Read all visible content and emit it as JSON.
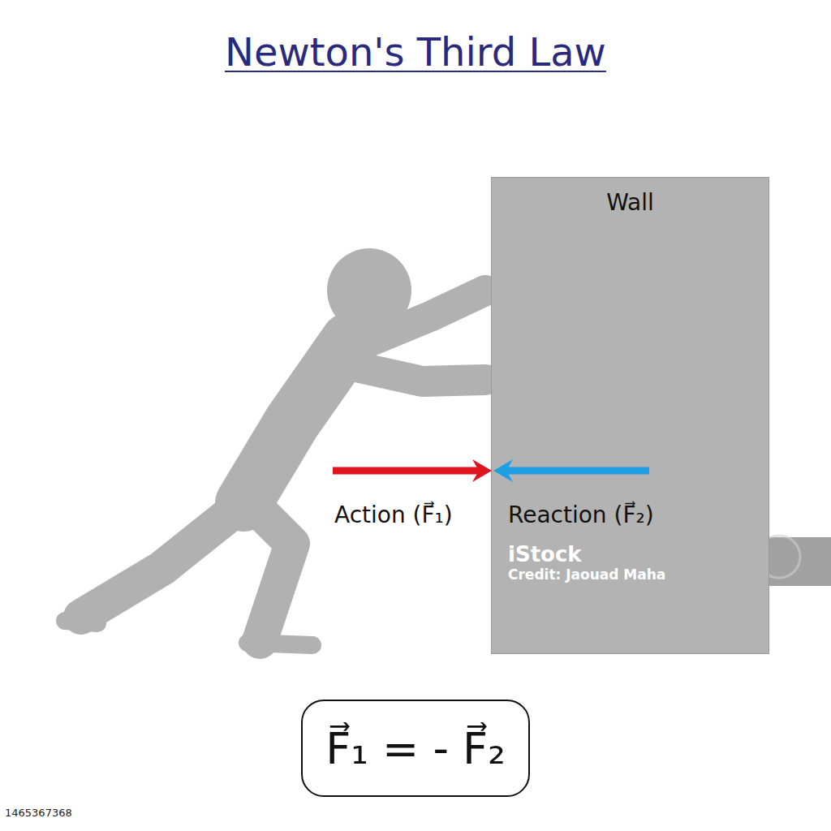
{
  "diagram": {
    "title": "Newton's Third Law",
    "nodes": [
      {
        "text": [
          "Wall"
        ]
      },
      {
        "text": [
          "F⃗₁ = - F⃗₂"
        ]
      }
    ],
    "labels": [
      "Action (F⃗₁)",
      "Reaction (F⃗₂)",
      "iStock",
      "Credit: Jaouad Maha",
      "1465367368"
    ]
  }
}
